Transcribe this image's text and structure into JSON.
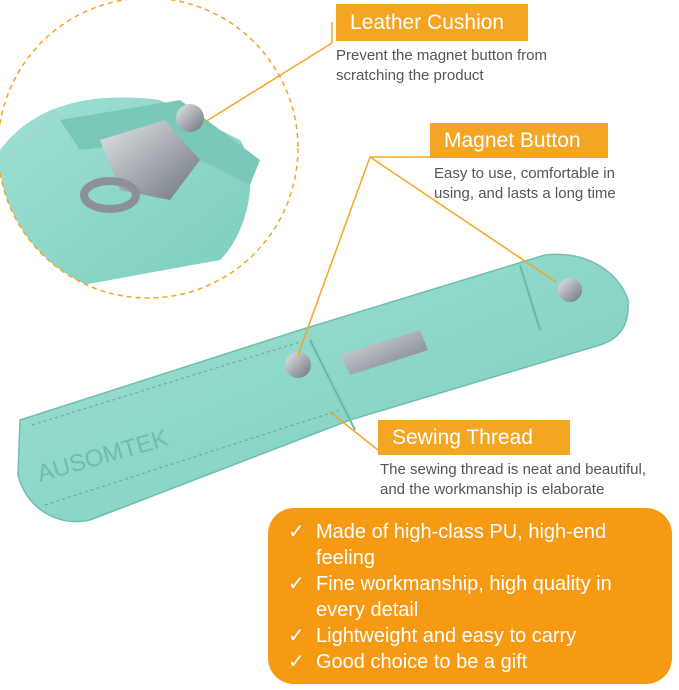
{
  "product": {
    "brand_text": "AUSOMTEK"
  },
  "callouts": [
    {
      "title": "Leather Cushion",
      "description": "Prevent the magnet button from scratching the product"
    },
    {
      "title": "Magnet Button",
      "description": "Easy to use, comfortable in using, and lasts a long time"
    },
    {
      "title": "Sewing Thread",
      "description": "The sewing thread is neat and beautiful, and the workmanship is elaborate"
    }
  ],
  "features": [
    {
      "icon": "check-icon",
      "text": "Made of high-class PU, high-end feeling"
    },
    {
      "icon": "check-icon",
      "text": "Fine workmanship, high quality in every detail"
    },
    {
      "icon": "check-icon",
      "text": "Lightweight and easy to carry"
    },
    {
      "icon": "check-icon",
      "text": "Good choice to be a gift"
    }
  ],
  "colors": {
    "accent": "#f5a524",
    "feature_box": "#f59a12",
    "pouch": "#8fd8c9",
    "text": "#555555"
  }
}
